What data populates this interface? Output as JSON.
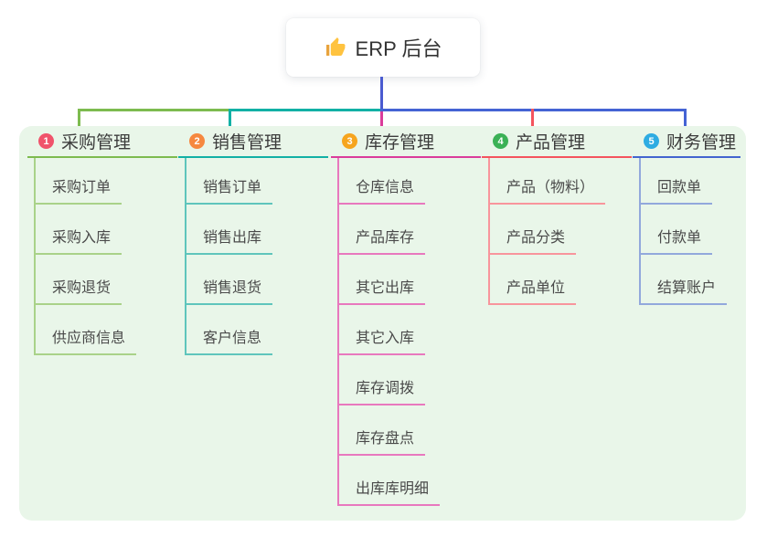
{
  "root": {
    "title": "ERP 后台",
    "icon": "thumbs-up-icon"
  },
  "branches": [
    {
      "num": "1",
      "title": "采购管理",
      "line_color": "#7DBB4F",
      "child_line_color": "#A9D289",
      "badge_color": "#F0536B",
      "children": [
        "采购订单",
        "采购入库",
        "采购退货",
        "供应商信息"
      ]
    },
    {
      "num": "2",
      "title": "销售管理",
      "line_color": "#12B0A5",
      "child_line_color": "#5FC5BC",
      "badge_color": "#F6883F",
      "children": [
        "销售订单",
        "销售出库",
        "销售退货",
        "客户信息"
      ]
    },
    {
      "num": "3",
      "title": "库存管理",
      "line_color": "#DA3C9B",
      "child_line_color": "#E878BE",
      "badge_color": "#F6A51E",
      "children": [
        "仓库信息",
        "产品库存",
        "其它出库",
        "其它入库",
        "库存调拨",
        "库存盘点",
        "出库库明细"
      ]
    },
    {
      "num": "4",
      "title": "产品管理",
      "line_color": "#F4545E",
      "child_line_color": "#F8959C",
      "badge_color": "#3BB156",
      "children": [
        "产品（物料）",
        "产品分类",
        "产品单位"
      ]
    },
    {
      "num": "5",
      "title": "财务管理",
      "line_color": "#4365CF",
      "child_line_color": "#92A8DC",
      "badge_color": "#2EACE2",
      "children": [
        "回款单",
        "付款单",
        "结算账户"
      ]
    }
  ],
  "colors": {
    "stem": "#4A5BD0",
    "panel_background": "#E9F6E9",
    "root_text": "#333333",
    "title_text": "#3C3C3C",
    "child_text": "#4A4A4A",
    "thumb_icon": "#FFC33F"
  }
}
